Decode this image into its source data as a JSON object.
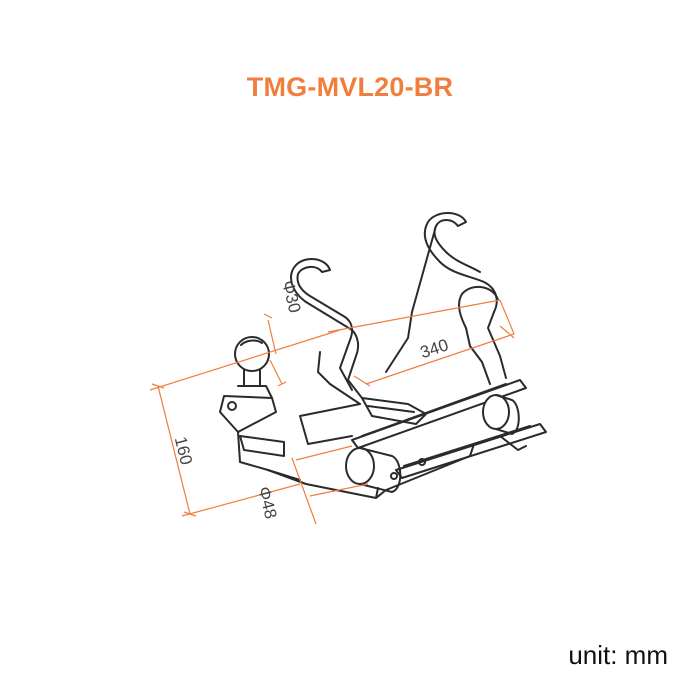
{
  "title": "TMG-MVL20-BR",
  "unit_label": "unit: mm",
  "colors": {
    "title": "#f07e3c",
    "dimension": "#f07e3c",
    "drawing": "#2b2b2b"
  },
  "dimensions": {
    "tube_diameter_top": "Φ30",
    "bracket_width": "340",
    "height": "160",
    "tube_diameter_bottom": "Φ48"
  }
}
